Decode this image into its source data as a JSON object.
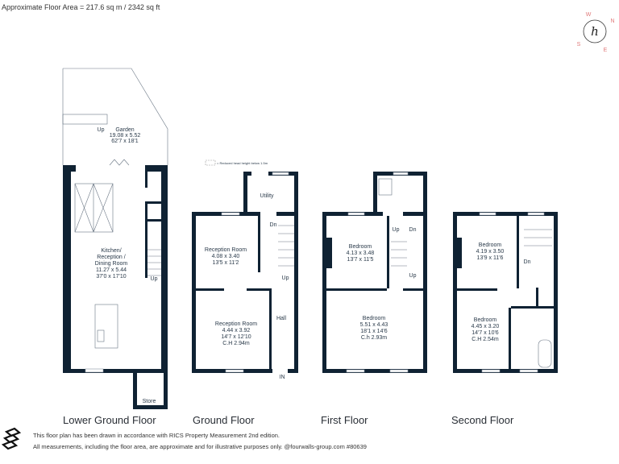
{
  "header": {
    "floor_area": "Approximate Floor Area = 217.6 sq m / 2342 sq ft"
  },
  "compass": {
    "n": "N",
    "e": "E",
    "s": "S",
    "w": "W",
    "monogram": "h"
  },
  "legend": {
    "reduced_head_height": "= Reduced head height below 1.5m"
  },
  "floors": {
    "lower_ground": {
      "label": "Lower Ground Floor",
      "garden": {
        "name": "Garden",
        "metric": "19.08 x 5.52",
        "imperial": "62'7 x 18'1",
        "up": "Up"
      },
      "kitchen": {
        "name1": "Kitchen/",
        "name2": "Reception /",
        "name3": "Dining Room",
        "metric": "11.27 x 5.44",
        "imperial": "37'0 x 17'10"
      },
      "up": "Up",
      "store": "Store"
    },
    "ground": {
      "label": "Ground Floor",
      "utility": "Utility",
      "dn": "Dn",
      "up": "Up",
      "reception1": {
        "name": "Reception Room",
        "metric": "4.08 x 3.40",
        "imperial": "13'5 x 11'2"
      },
      "reception2": {
        "name": "Reception Room",
        "metric": "4.44 x 3.92",
        "imperial": "14'7 x 12'10",
        "ceiling": "C.H 2.94m"
      },
      "hall": "Hall",
      "in": "IN"
    },
    "first": {
      "label": "First Floor",
      "up1": "Up",
      "dn": "Dn",
      "up2": "Up",
      "bedroom1": {
        "name": "Bedroom",
        "metric": "4.13 x 3.48",
        "imperial": "13'7 x 11'5"
      },
      "bedroom2": {
        "name": "Bedroom",
        "metric": "5.51 x 4.43",
        "imperial": "18'1 x 14'6",
        "ceiling": "C.h 2.93m"
      }
    },
    "second": {
      "label": "Second Floor",
      "dn": "Dn",
      "bedroom1": {
        "name": "Bedroom",
        "metric": "4.19 x 3.50",
        "imperial": "13'9 x 11'6"
      },
      "bedroom2": {
        "name": "Bedroom",
        "metric": "4.45 x 3.20",
        "imperial": "14'7 x 10'6",
        "ceiling": "C.H 2.54m"
      }
    }
  },
  "footer": {
    "line1": "This floor plan has been drawn in accordance with RICS Property Measurement 2nd edition.",
    "line2": "All measurements, including the floor area, are approximate and for illustrative purposes only. @fourwalls-group.com #80639"
  }
}
